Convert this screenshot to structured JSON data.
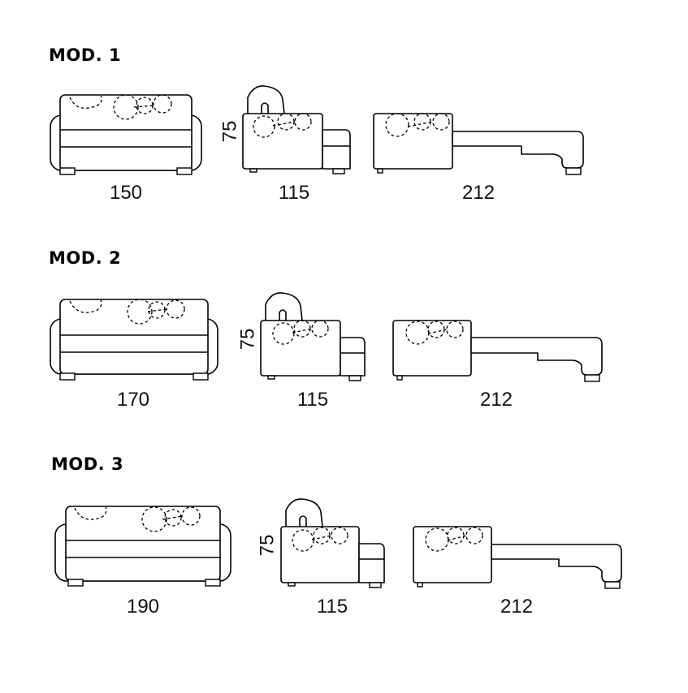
{
  "models": [
    {
      "title": "MOD. 1",
      "front_width": "150",
      "side_depth": "115",
      "height": "75",
      "open_length": "212"
    },
    {
      "title": "MOD. 2",
      "front_width": "170",
      "side_depth": "115",
      "height": "75",
      "open_length": "212"
    },
    {
      "title": "MOD. 3",
      "front_width": "190",
      "side_depth": "115",
      "height": "75",
      "open_length": "212"
    }
  ]
}
